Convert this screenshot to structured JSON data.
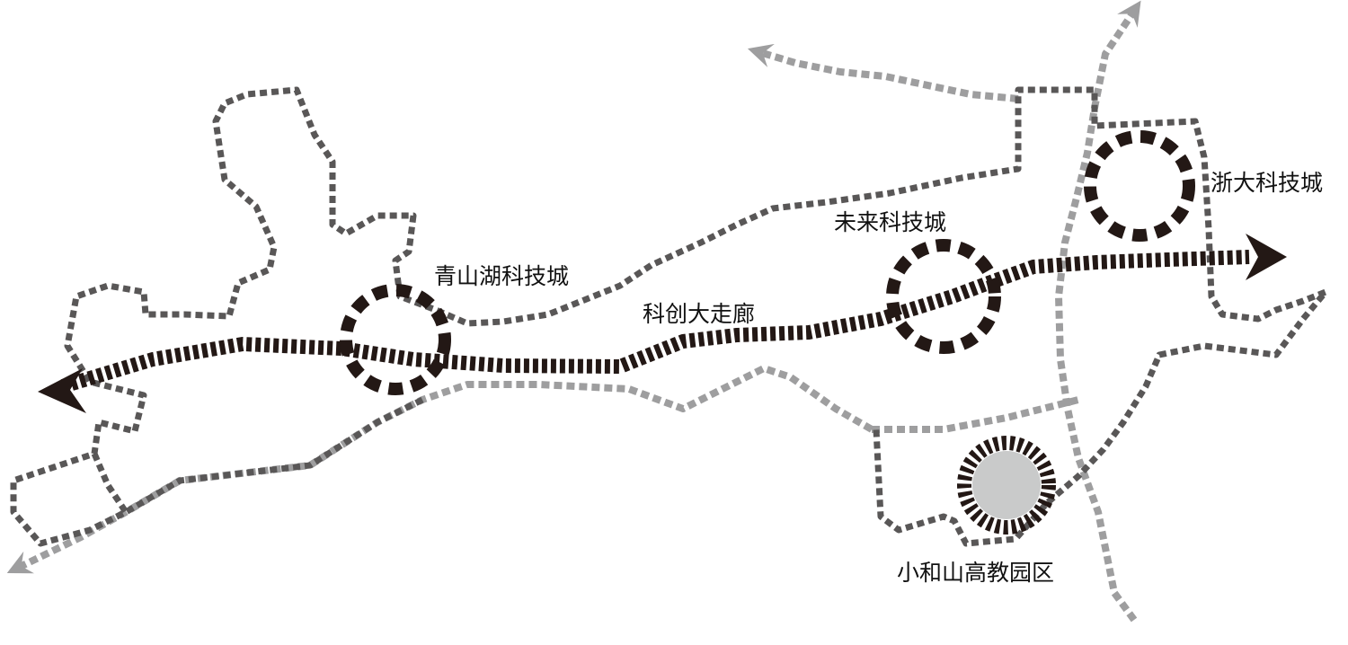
{
  "labels": {
    "corridor": "科创大走廊",
    "qingshanhu": "青山湖科技城",
    "weilai": "未来科技城",
    "zheda": "浙大科技城",
    "xiaoheshan": "小和山高教园区"
  },
  "colors": {
    "corridor": "#231815",
    "boundary": "#595757",
    "road": "#9e9e9f",
    "campus_fill": "#c9caca",
    "background": "#ffffff"
  }
}
